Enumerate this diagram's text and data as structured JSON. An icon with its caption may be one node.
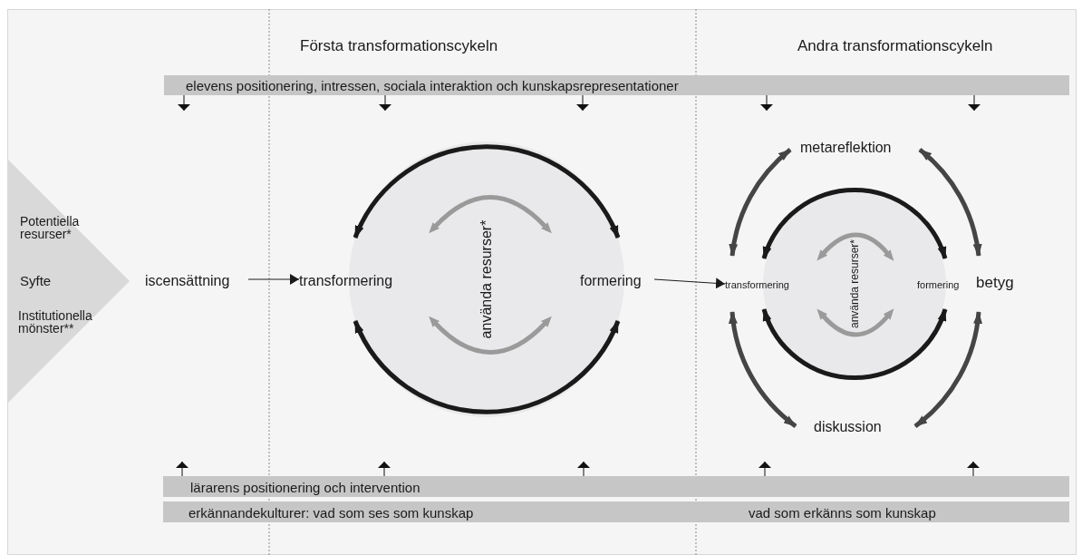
{
  "diagram": {
    "nodes": [
      {
        "text": [
          "elevens positionering, intressen, sociala interaktion och kunskapsrepresentationer"
        ]
      },
      {
        "text": [
          "Potentiella resurser*",
          "Syfte",
          "Institutionella mönster**"
        ]
      },
      {
        "text": [
          "iscensättning"
        ]
      },
      {
        "text": [
          "transformering"
        ]
      },
      {
        "text": [
          "använda resurser*"
        ]
      },
      {
        "text": [
          "formering"
        ]
      },
      {
        "text": [
          "metareflektion"
        ]
      },
      {
        "text": [
          "transformering"
        ]
      },
      {
        "text": [
          "använda resurser*"
        ]
      },
      {
        "text": [
          "formering"
        ]
      },
      {
        "text": [
          "betyg"
        ]
      },
      {
        "text": [
          "diskussion"
        ]
      },
      {
        "text": [
          "lärarens positionering och intervention"
        ]
      },
      {
        "text": [
          "erkännandekulturer: vad som ses som kunskap",
          "vad som erkänns som kunskap"
        ]
      }
    ],
    "edges": [
      {
        "from": 2,
        "to": 3,
        "arrow": "to"
      },
      {
        "from": 3,
        "to": 5,
        "arrow": "both",
        "style": "thick"
      },
      {
        "from": 3,
        "to": 5,
        "arrow": "both",
        "style": "thick"
      },
      {
        "from": 5,
        "to": 7,
        "arrow": "to"
      },
      {
        "from": 7,
        "to": 9,
        "arrow": "both",
        "style": "thick"
      },
      {
        "from": 7,
        "to": 9,
        "arrow": "both",
        "style": "thick"
      },
      {
        "from": 7,
        "to": 6,
        "arrow": "both",
        "style": "thick",
        "color": "#454545"
      },
      {
        "from": 6,
        "to": 10,
        "arrow": "both",
        "style": "thick",
        "color": "#454545"
      },
      {
        "from": 7,
        "to": 11,
        "arrow": "both",
        "style": "thick",
        "color": "#454545"
      },
      {
        "from": 11,
        "to": 10,
        "arrow": "both",
        "style": "thick",
        "color": "#454545"
      },
      {
        "from": 0,
        "to": null,
        "arrow": "to"
      },
      {
        "from": 0,
        "to": null,
        "arrow": "to"
      },
      {
        "from": 0,
        "to": null,
        "arrow": "to"
      },
      {
        "from": 0,
        "to": null,
        "arrow": "to"
      },
      {
        "from": 0,
        "to": null,
        "arrow": "to"
      },
      {
        "from": 12,
        "to": null,
        "arrow": "to"
      },
      {
        "from": 12,
        "to": null,
        "arrow": "to"
      },
      {
        "from": 12,
        "to": null,
        "arrow": "to"
      },
      {
        "from": 12,
        "to": null,
        "arrow": "to"
      },
      {
        "from": 12,
        "to": null,
        "arrow": "to"
      }
    ],
    "labels": [
      "Första transformationscykeln",
      "Andra transformationscykeln"
    ]
  }
}
